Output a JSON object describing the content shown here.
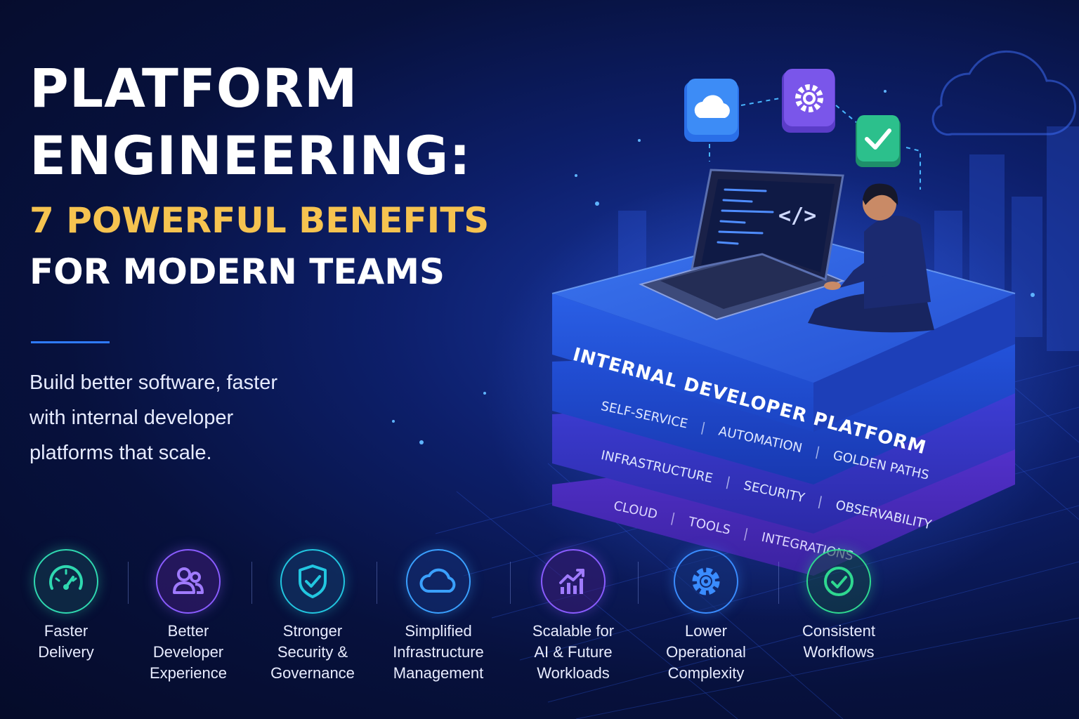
{
  "title": {
    "line1": "PLATFORM",
    "line2": "ENGINEERING:",
    "line3": "7 POWERFUL BENEFITS",
    "line4": "FOR MODERN TEAMS"
  },
  "subtitle": {
    "line1": "Build better software, faster",
    "line2": "with internal developer",
    "line3": "platforms that scale."
  },
  "platform": {
    "name": "INTERNAL DEVELOPER PLATFORM",
    "layer2": [
      "SELF-SERVICE",
      "AUTOMATION",
      "GOLDEN PATHS"
    ],
    "layer3": [
      "INFRASTRUCTURE",
      "SECURITY",
      "OBSERVABILITY"
    ],
    "layer4": [
      "CLOUD",
      "TOOLS",
      "INTEGRATIONS"
    ],
    "separator": "|",
    "code_symbol": "</>"
  },
  "floating_icons": [
    "cloud-icon",
    "gear-icon",
    "check-icon"
  ],
  "benefits": [
    {
      "icon": "speedometer-icon",
      "line1": "Faster",
      "line2": "Delivery",
      "line3": "",
      "color": "#2fd8b0"
    },
    {
      "icon": "users-icon",
      "line1": "Better",
      "line2": "Developer",
      "line3": "Experience",
      "color": "#9a6bff"
    },
    {
      "icon": "shield-check-icon",
      "line1": "Stronger",
      "line2": "Security &",
      "line3": "Governance",
      "color": "#22c6e0"
    },
    {
      "icon": "cloud-icon",
      "line1": "Simplified",
      "line2": "Infrastructure",
      "line3": "Management",
      "color": "#3aa0ff"
    },
    {
      "icon": "growth-chart-icon",
      "line1": "Scalable for",
      "line2": "AI & Future",
      "line3": "Workloads",
      "color": "#9a6bff"
    },
    {
      "icon": "gear-icon",
      "line1": "Lower",
      "line2": "Operational",
      "line3": "Complexity",
      "color": "#3a8cff"
    },
    {
      "icon": "check-circle-icon",
      "line1": "Consistent",
      "line2": "Workflows",
      "line3": "",
      "color": "#2fd890"
    }
  ]
}
